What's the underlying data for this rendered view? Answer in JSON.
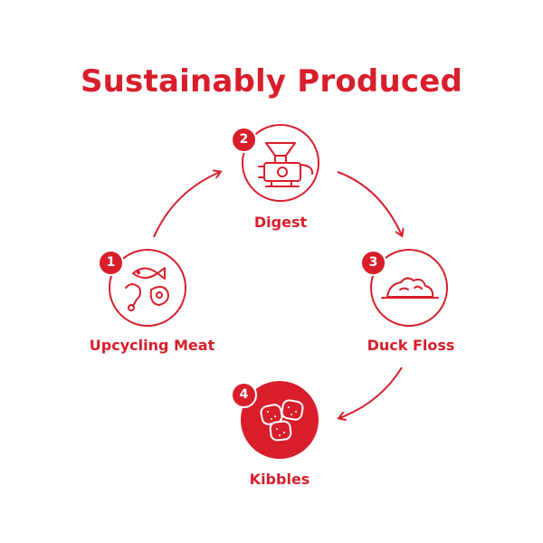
{
  "title": "Sustainably Produced",
  "colors": {
    "accent": "#d81e2b",
    "background": "#ffffff"
  },
  "steps": [
    {
      "number": "1",
      "label": "Upcycling Meat",
      "icon": "meat-fish-icon"
    },
    {
      "number": "2",
      "label": "Digest",
      "icon": "grinder-icon"
    },
    {
      "number": "3",
      "label": "Duck Floss",
      "icon": "floss-pile-icon"
    },
    {
      "number": "4",
      "label": "Kibbles",
      "icon": "kibbles-icon"
    }
  ]
}
